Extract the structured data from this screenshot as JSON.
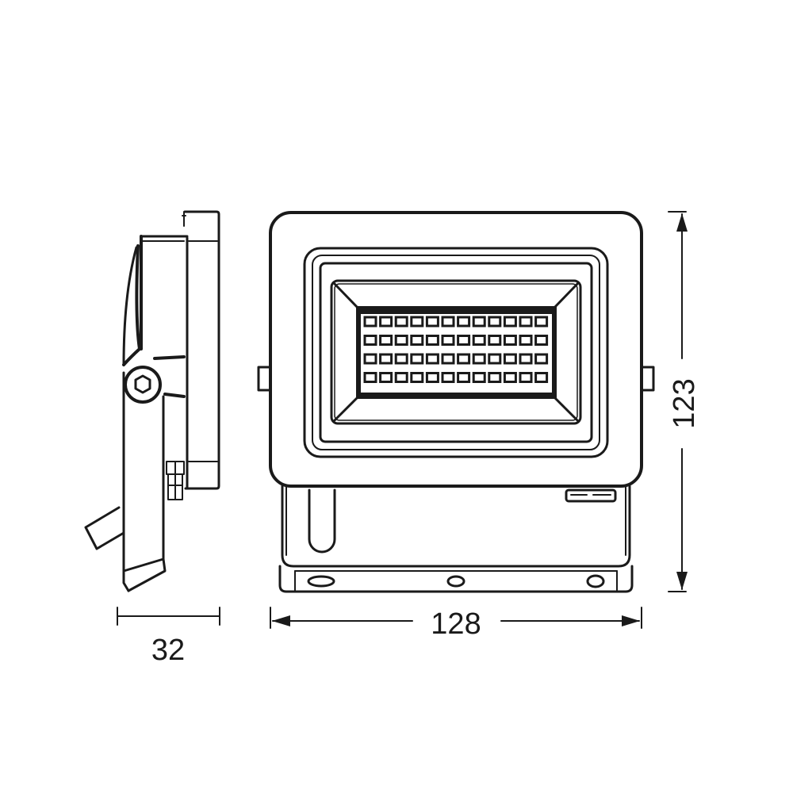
{
  "drawing": {
    "subject": "LED floodlight technical dimension drawing",
    "views": [
      "side-view",
      "front-view"
    ],
    "led_grid": {
      "rows": 4,
      "columns": 12
    },
    "line_color": "#1a1a1a",
    "background": "#ffffff"
  },
  "dimensions": {
    "depth": {
      "label": "32",
      "orientation": "horizontal"
    },
    "width": {
      "label": "128",
      "orientation": "horizontal"
    },
    "height": {
      "label": "123",
      "orientation": "vertical"
    }
  }
}
